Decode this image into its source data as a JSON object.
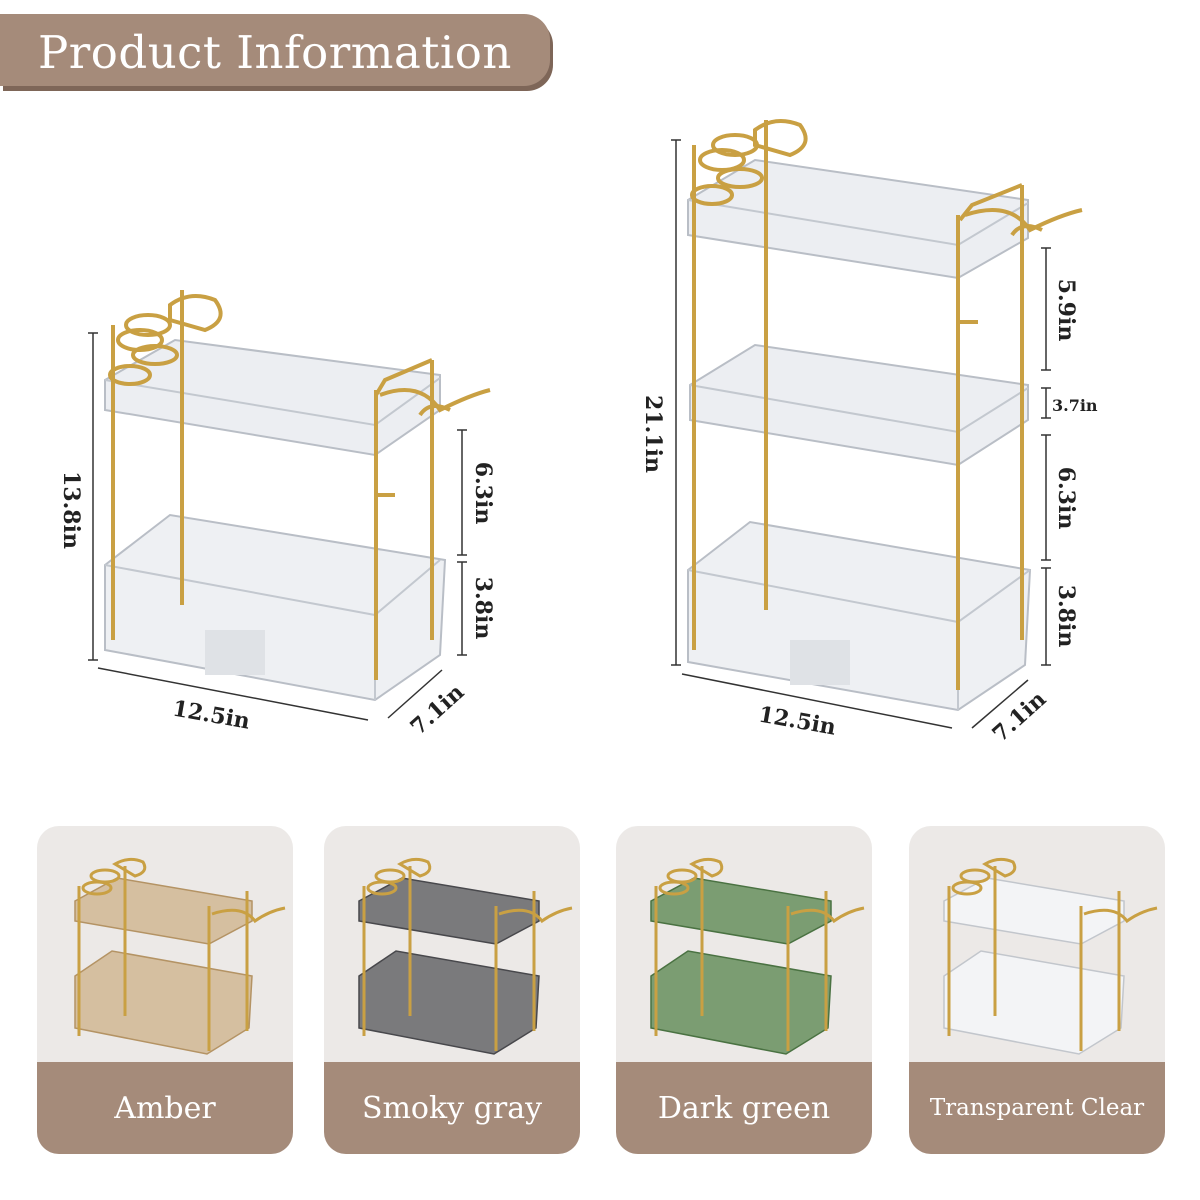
{
  "header": {
    "title": "Product Information"
  },
  "small_rack": {
    "height_label": "13.8in",
    "upper_gap_label": "6.3in",
    "lower_box_label": "3.8in",
    "width_label": "12.5in",
    "depth_label": "7.1in"
  },
  "large_rack": {
    "height_label": "21.1in",
    "top_gap_label": "5.9in",
    "tray_label": "3.7in",
    "upper_gap_label": "6.3in",
    "lower_box_label": "3.8in",
    "width_label": "12.5in",
    "depth_label": "7.1in"
  },
  "color_options": [
    {
      "label": "Amber",
      "tint": "#c9a97a"
    },
    {
      "label": "Smoky gray",
      "tint": "#5e5e62"
    },
    {
      "label": "Dark green",
      "tint": "#5f8a55"
    },
    {
      "label": "Transparent Clear",
      "tint": "#e4e6ea"
    }
  ],
  "colors": {
    "banner": "#a58b7a",
    "gold": "#c9a043",
    "card_bg": "#ece9e7"
  }
}
